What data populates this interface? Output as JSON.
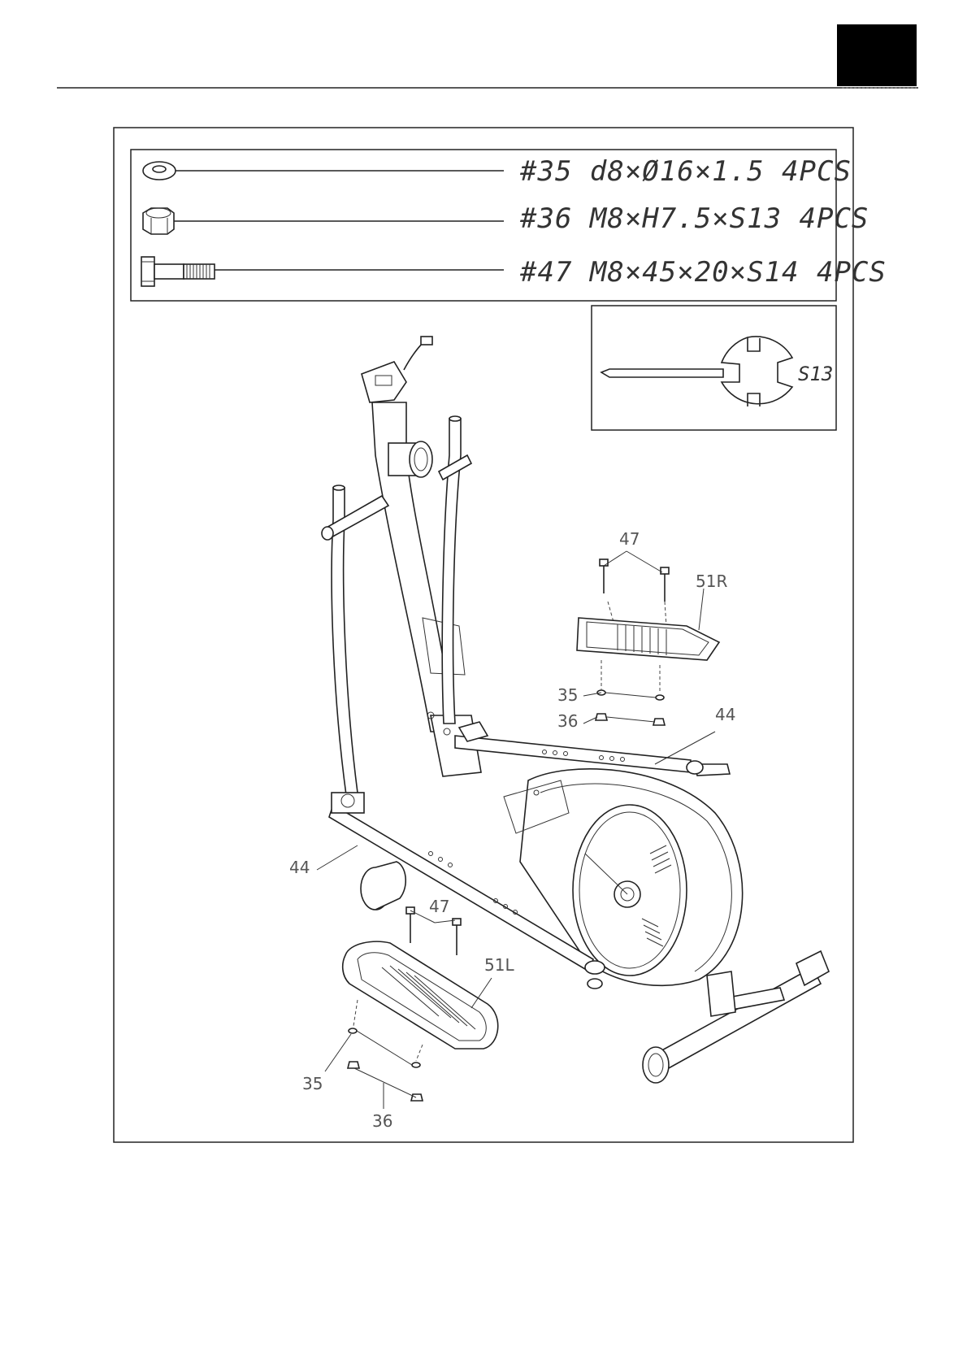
{
  "hardware": [
    {
      "text": "#35  d8×Ø16×1.5  4PCS",
      "icon": "washer-icon"
    },
    {
      "text": "#36  M8×H7.5×S13  4PCS",
      "icon": "nut-icon"
    },
    {
      "text": "#47  M8×45×20×S14  4PCS",
      "icon": "bolt-icon"
    }
  ],
  "wrench": {
    "label": "S13",
    "icon": "wrench-icon"
  },
  "callouts": {
    "bolts_right": "47",
    "pedal_right": "51R",
    "washer_right": "35",
    "nut_right": "36",
    "arm_right": "44",
    "arm_left": "44",
    "bolts_left": "47",
    "pedal_left": "51L",
    "washer_left": "35",
    "nut_left": "36"
  },
  "colors": {
    "ink": "#222222",
    "page_tab": "#000000"
  }
}
